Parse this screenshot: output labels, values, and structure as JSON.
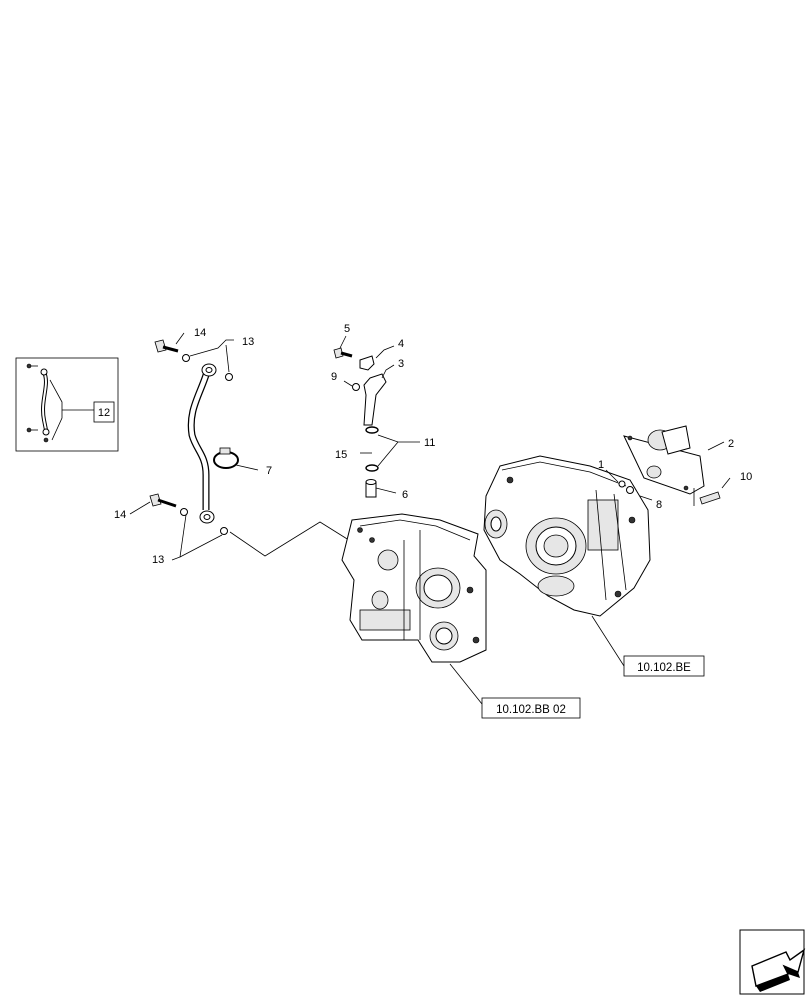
{
  "callouts": {
    "c14a": "14",
    "c13a": "13",
    "c5": "5",
    "c4": "4",
    "c3": "3",
    "c9": "9",
    "c11": "11",
    "c15": "15",
    "c6": "6",
    "c7": "7",
    "c14b": "14",
    "c13b": "13",
    "c12": "12",
    "c2": "2",
    "c1": "1",
    "c10": "10",
    "c8": "8"
  },
  "references": {
    "housing_right": "10.102.BE",
    "cover_center": "10.102.BB 02"
  },
  "nav_icon": "arrow-next-page-icon"
}
